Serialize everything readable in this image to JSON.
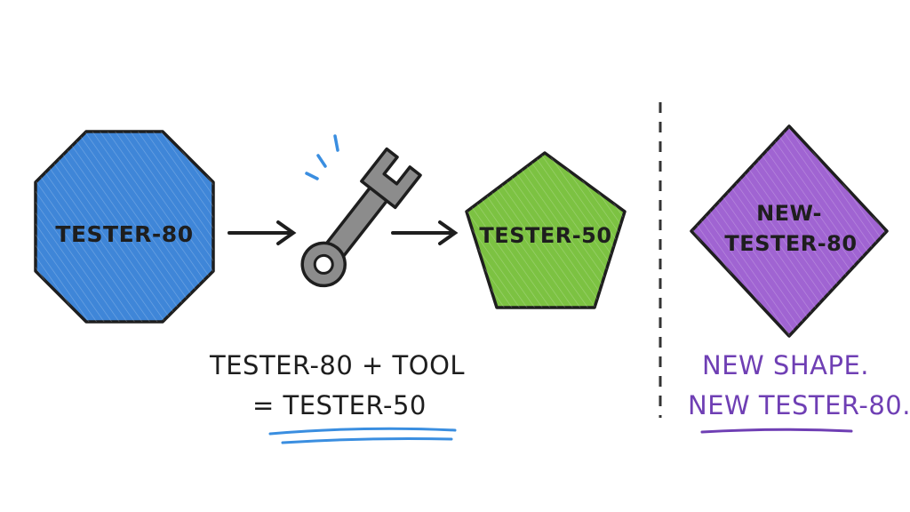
{
  "shapes": {
    "octagon": {
      "label": "TESTER-80",
      "fill": "#3f86d8"
    },
    "pentagon": {
      "label": "TESTER-50",
      "fill": "#7cc242"
    },
    "diamond": {
      "label_line1": "NEW-",
      "label_line2": "TESTER-80",
      "fill": "#a064d2"
    }
  },
  "tool": {
    "icon": "wrench-icon",
    "color": "#8c8c8c"
  },
  "equation": {
    "line1": "TESTER-80 + TOOL",
    "line2": "= TESTER-50",
    "underline_color": "#3a8ee0"
  },
  "note": {
    "line1": "NEW SHAPE.",
    "line2": "NEW TESTER-80.",
    "color": "#6f3fb4"
  },
  "colors": {
    "ink": "#1e1e1e",
    "divider": "#333333"
  }
}
